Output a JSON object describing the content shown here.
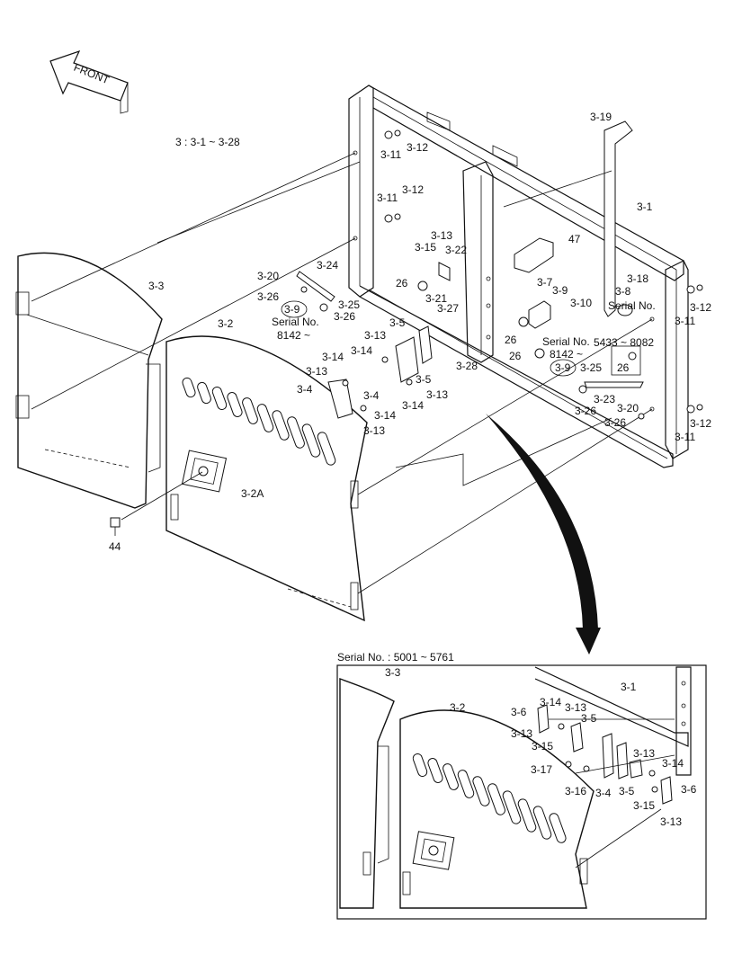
{
  "header": {
    "front_arrow": "FRONT",
    "range_note": "3 : 3-1 ~ 3-28"
  },
  "serial_notes": {
    "upper_left": "Serial No.",
    "upper_left_range": "8142 ~",
    "upper_right": "Serial No.",
    "upper_right_range": "5433 ~ 8082",
    "right_lower": "Serial No.",
    "right_lower_range": "8142 ~",
    "inset_title": "Serial No. : 5001 ~ 5761"
  },
  "main_labels": [
    "3-19",
    "3-1",
    "3-11",
    "3-12",
    "3-11",
    "3-12",
    "47",
    "3-13",
    "3-15",
    "3-22",
    "3-24",
    "3-20",
    "3-26",
    "26",
    "3-21",
    "3-7",
    "3-9",
    "3-10",
    "3-18",
    "3-8",
    "3-12",
    "3-11",
    "3-3",
    "3-25",
    "3-9",
    "3-26",
    "3-27",
    "3-2",
    "3-5",
    "26",
    "3-13",
    "3-14",
    "3-14",
    "3-13",
    "3-28",
    "3-5",
    "26",
    "3-9",
    "3-25",
    "3-13",
    "3-4",
    "3-4",
    "3-14",
    "3-14",
    "3-13",
    "3-23",
    "3-26",
    "3-20",
    "3-26",
    "3-12",
    "3-11",
    "3-2A",
    "44",
    "26"
  ],
  "inset_labels": [
    "3-3",
    "3-2",
    "3-1",
    "3-6",
    "3-14",
    "3-13",
    "3-5",
    "3-13",
    "3-15",
    "3-17",
    "3-16",
    "3-4",
    "3-5",
    "3-13",
    "3-14",
    "3-15",
    "3-6",
    "3-13"
  ]
}
